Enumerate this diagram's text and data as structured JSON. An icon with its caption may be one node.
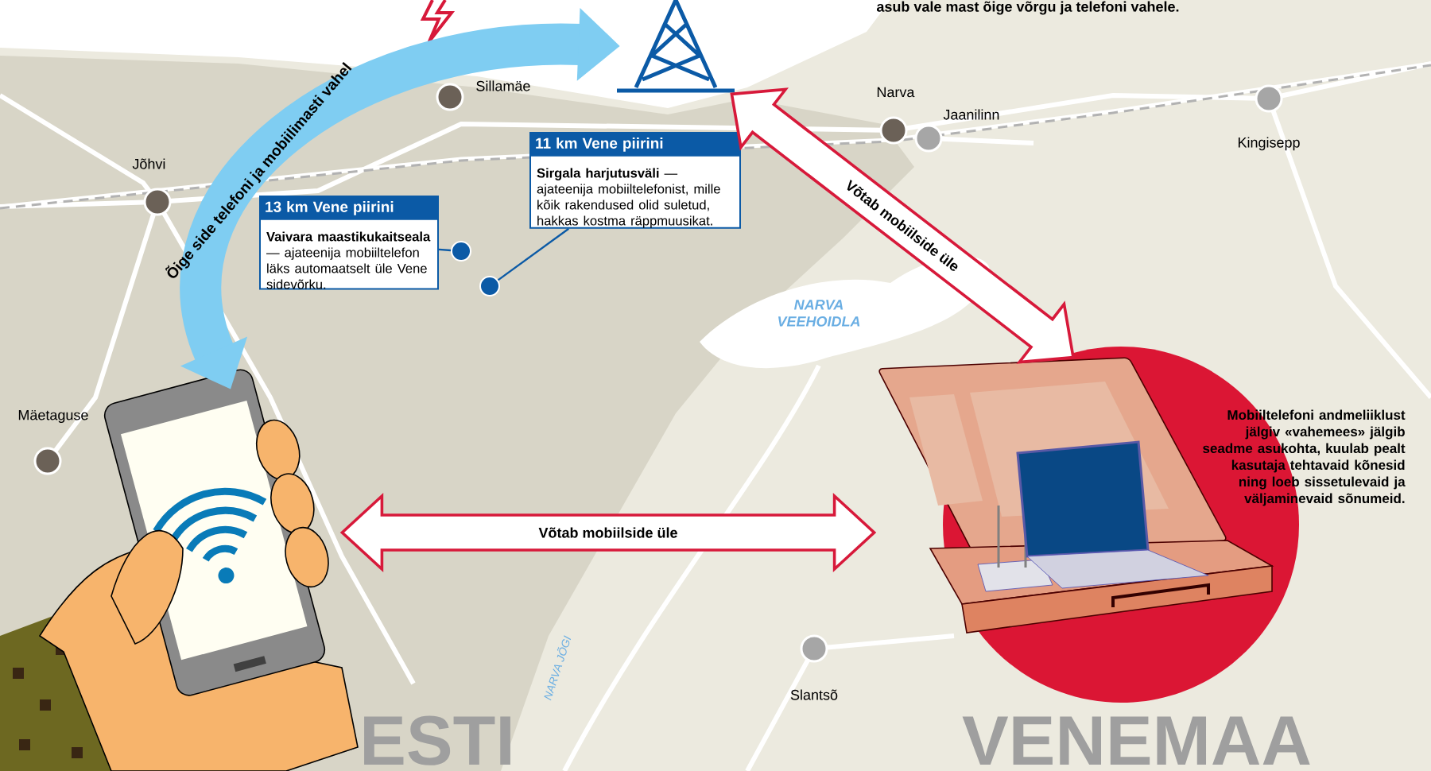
{
  "diagram": {
    "nodes": [
      {
        "text": [],
        "shape": "picture"
      },
      {
        "text": [],
        "shape": "picture"
      },
      {
        "text": [],
        "shape": "picture"
      },
      {
        "text": [
          "13 km Vene piirini",
          "**Vaivara maastikukaitseala** — ajateenija mobiiltelefon läks automaatselt üle Vene sidevõrku."
        ]
      },
      {
        "text": [
          "11 km Vene piirini",
          "**Sirgala harjutusväli** — ajateenija mobiiltelefonist, mille kõik rakendused olid suletud, hakkas kostma räppmuusikat."
        ]
      },
      {
        "text": [],
        "shape": "circle"
      },
      {
        "text": [],
        "shape": "circle"
      }
    ],
    "edges": [
      {
        "from": 0,
        "to": 1,
        "arrow": "both",
        "label": "Õige side telefoni ja mobiilimasti vahel",
        "style": "thick",
        "color": "#7fcdf2"
      },
      {
        "from": 1,
        "to": 2,
        "arrow": "both",
        "label": "Võtab mobiilside üle",
        "style": "thick",
        "color": "#d7193a"
      },
      {
        "from": 0,
        "to": 2,
        "arrow": "both",
        "label": "Võtab mobiilside üle",
        "style": "thick",
        "color": "#d7193a"
      },
      {
        "from": 3,
        "to": 5,
        "arrow": "none",
        "color": "#0b5aa6"
      },
      {
        "from": 4,
        "to": 6,
        "arrow": "none",
        "color": "#0b5aa6"
      }
    ],
    "labels": [
      "asub vale mast õige võrgu ja telefoni vahele.",
      "Sillamäe",
      "Narva",
      "Jaanilinn",
      "Jõhvi",
      "Kingisepp",
      "NARVA VEEHOIDLA",
      "Mobiiltelefoni andmeliiklust jälgiv «vahemees» jälgib seadme asukohta, kuulab pealt kasutaja tehtavaid kõnesid ning loeb sissetulevaid ja väljaminevaid sõnumeid.",
      "Mäetaguse",
      "NARVA JÕGI",
      "Slantsõ",
      "ESTI",
      "VENEMAA"
    ]
  }
}
